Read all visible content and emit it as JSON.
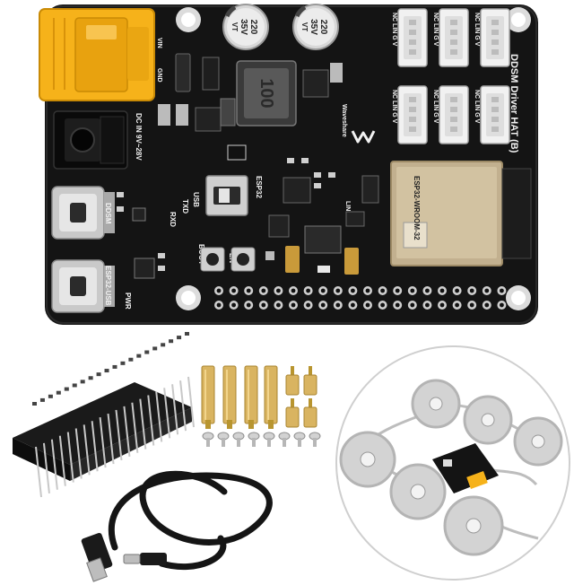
{
  "board": {
    "title": "DDSM Driver HAT (B)",
    "brand": "Waveshare",
    "labels": {
      "vin": "VIN",
      "gnd": "GND",
      "dc_in": "DC IN 9V~28V",
      "ddsm": "DDSM",
      "esp32_usb": "ESP32-USB",
      "pwr": "PWR",
      "usb": "USB",
      "esp32": "ESP32",
      "txd": "TXD",
      "rxd": "RXD",
      "boot": "BOOT",
      "en": "EN",
      "lin": "LIN"
    },
    "capacitors": [
      {
        "value": "220",
        "voltage": "35V",
        "code": "VT"
      },
      {
        "value": "220",
        "voltage": "35V",
        "code": "VT"
      }
    ],
    "connector_label": "NC LIN G V",
    "connector_count": 6,
    "module_text": "ESP32-WROOM-32"
  },
  "accessories": {
    "header_pins": 40,
    "standoffs_long": 4,
    "standoffs_short": 4,
    "screws": 8
  },
  "colors": {
    "pcb": "#141414",
    "xt60": "#f6b21a",
    "module": "#c2b08f",
    "connector": "#f1f1f1",
    "brass": "#d9b461"
  }
}
